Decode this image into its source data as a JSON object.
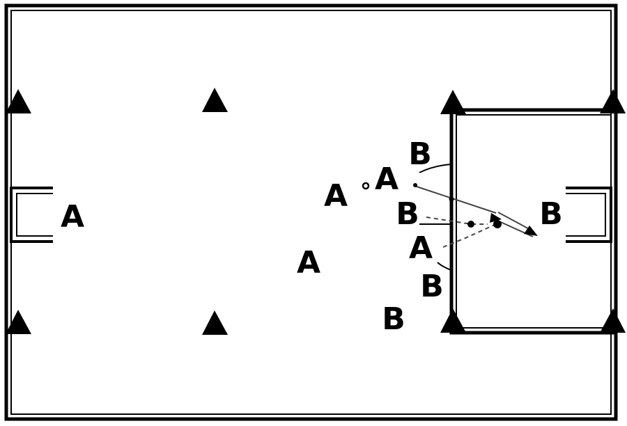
{
  "diagram": {
    "colors": {
      "ink": "#000000",
      "paper": "#ffffff",
      "pass_line": "#444444"
    },
    "cone_icon": "triangle-cone-icon",
    "ball_icon": "ball-icon",
    "labels": {
      "goalkeeper_a": "A",
      "attacker_a1": "A",
      "attacker_a2": "A",
      "attacker_a3": "A",
      "attacker_a4": "A",
      "defender_b1": "B",
      "defender_b2": "B",
      "defender_b3": "B",
      "defender_b4": "B",
      "goalkeeper_b": "B"
    }
  }
}
